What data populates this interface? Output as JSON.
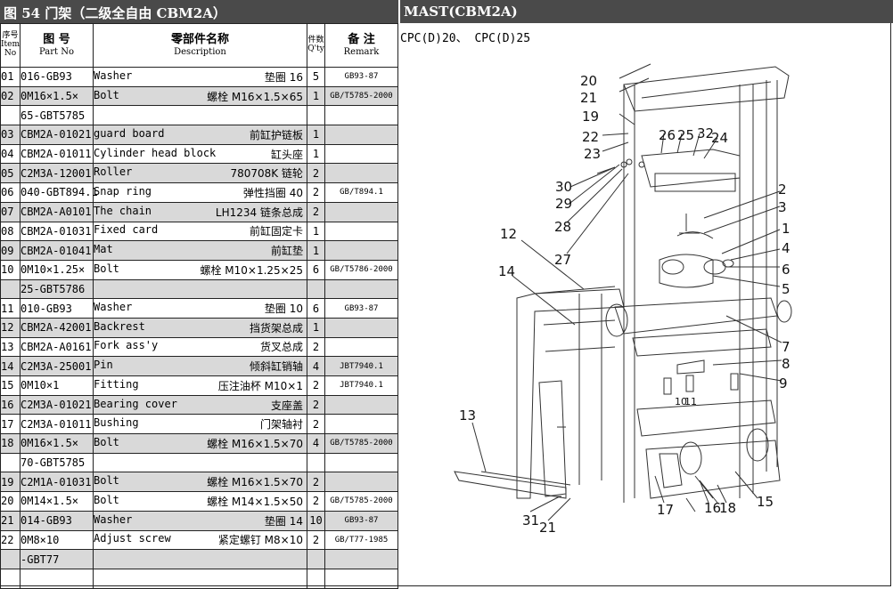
{
  "header": {
    "left_title": "图 54      门架（二级全自由 CBM2A）",
    "right_title": "MAST(CBM2A)"
  },
  "columns": {
    "no_cn": "序号",
    "no_en1": "Item",
    "no_en2": "No",
    "part_cn": "图  号",
    "part_en": "Part No",
    "desc_cn": "零部件名称",
    "desc_en": "Description",
    "qty_cn": "件数",
    "qty_en": "Q'ty",
    "rem_cn": "备  注",
    "rem_en": "Remark"
  },
  "rows": [
    {
      "no": "01",
      "part": "016-GB93",
      "en": "Washer",
      "cn": "垫圈 16",
      "qty": "5",
      "rem": "GB93-87"
    },
    {
      "no": "02",
      "part": "0M16×1.5×",
      "en": "Bolt",
      "cn": "螺栓 M16×1.5×65",
      "qty": "1",
      "rem": "GB/T5785-2000"
    },
    {
      "no": "",
      "part": "65-GBT5785",
      "en": "",
      "cn": "",
      "qty": "",
      "rem": ""
    },
    {
      "no": "03",
      "part": "CBM2A-01021",
      "en": "guard board",
      "cn": "前缸护链板",
      "qty": "1",
      "rem": ""
    },
    {
      "no": "04",
      "part": "CBM2A-01011",
      "en": "Cylinder head block",
      "cn": "缸头座",
      "qty": "1",
      "rem": ""
    },
    {
      "no": "05",
      "part": "C2M3A-12001",
      "en": "Roller",
      "cn": "780708K 链轮",
      "qty": "2",
      "rem": ""
    },
    {
      "no": "06",
      "part": "040-GBT894.1",
      "en": "Snap  ring",
      "cn": "弹性挡圈 40",
      "qty": "2",
      "rem": "GB/T894.1"
    },
    {
      "no": "07",
      "part": "CBM2A-A0101",
      "en": "The chain",
      "cn": "LH1234 链条总成",
      "qty": "2",
      "rem": ""
    },
    {
      "no": "08",
      "part": "CBM2A-01031",
      "en": "Fixed card",
      "cn": "前缸固定卡",
      "qty": "1",
      "rem": ""
    },
    {
      "no": "09",
      "part": "CBM2A-01041",
      "en": "Mat",
      "cn": "前缸垫",
      "qty": "1",
      "rem": ""
    },
    {
      "no": "10",
      "part": "0M10×1.25×",
      "en": "Bolt",
      "cn": "螺栓 M10×1.25×25",
      "qty": "6",
      "rem": "GB/T5786-2000"
    },
    {
      "no": "",
      "part": "25-GBT5786",
      "en": "",
      "cn": "",
      "qty": "",
      "rem": ""
    },
    {
      "no": "11",
      "part": "010-GB93",
      "en": "Washer",
      "cn": "垫圈 10",
      "qty": "6",
      "rem": "GB93-87"
    },
    {
      "no": "12",
      "part": "CBM2A-42001",
      "en": "Backrest",
      "cn": "挡货架总成",
      "qty": "1",
      "rem": ""
    },
    {
      "no": "13",
      "part": "CBM2A-A0161",
      "en": "Fork  ass'y",
      "cn": "货叉总成",
      "qty": "2",
      "rem": ""
    },
    {
      "no": "14",
      "part": "C2M3A-25001",
      "en": "Pin",
      "cn": "倾斜缸销轴",
      "qty": "4",
      "rem": "JBT7940.1"
    },
    {
      "no": "15",
      "part": "0M10×1",
      "en": "Fitting",
      "cn": "压注油杯 M10×1",
      "qty": "2",
      "rem": "JBT7940.1"
    },
    {
      "no": "16",
      "part": "C2M3A-01021",
      "en": "Bearing cover",
      "cn": "支座盖",
      "qty": "2",
      "rem": ""
    },
    {
      "no": "17",
      "part": "C2M3A-01011",
      "en": "Bushing",
      "cn": "门架轴衬",
      "qty": "2",
      "rem": ""
    },
    {
      "no": "18",
      "part": "0M16×1.5×",
      "en": "Bolt",
      "cn": "螺栓 M16×1.5×70",
      "qty": "4",
      "rem": "GB/T5785-2000"
    },
    {
      "no": "",
      "part": "70-GBT5785",
      "en": "",
      "cn": "",
      "qty": "",
      "rem": ""
    },
    {
      "no": "19",
      "part": "C2M1A-01031",
      "en": "Bolt",
      "cn": "螺栓 M16×1.5×70",
      "qty": "2",
      "rem": ""
    },
    {
      "no": "20",
      "part": "0M14×1.5×",
      "en": "Bolt",
      "cn": "螺栓 M14×1.5×50",
      "qty": "2",
      "rem": "GB/T5785-2000"
    },
    {
      "no": "21",
      "part": "014-GB93",
      "en": "Washer",
      "cn": "垫圈 14",
      "qty": "10",
      "rem": "GB93-87"
    },
    {
      "no": "22",
      "part": "0M8×10",
      "en": "Adjust screw",
      "cn": "紧定螺钉 M8×10",
      "qty": "2",
      "rem": "GB/T77-1985"
    },
    {
      "no": "",
      "part": "-GBT77",
      "en": "",
      "cn": "",
      "qty": "",
      "rem": ""
    },
    {
      "no": "",
      "part": "",
      "en": "",
      "cn": "",
      "qty": "",
      "rem": ""
    }
  ],
  "models_text": "CPC(D)20、 CPC(D)25",
  "callouts": {
    "n20a": "20",
    "n21a": "21",
    "n19": "19",
    "n22": "22",
    "n23": "23",
    "n26": "26",
    "n25": "25",
    "n32": "32",
    "n24": "24",
    "n30": "30",
    "n29": "29",
    "n28": "28",
    "n27": "27",
    "n12": "12",
    "n14": "14",
    "n2": "2",
    "n3": "3",
    "n1": "1",
    "n4": "4",
    "n6": "6",
    "n5": "5",
    "n7": "7",
    "n8": "8",
    "n9": "9",
    "n10": "10",
    "n11": "11",
    "n13": "13",
    "n17": "17",
    "n16": "16",
    "n18": "18",
    "n15": "15",
    "n31": "31",
    "n21b": "21"
  }
}
